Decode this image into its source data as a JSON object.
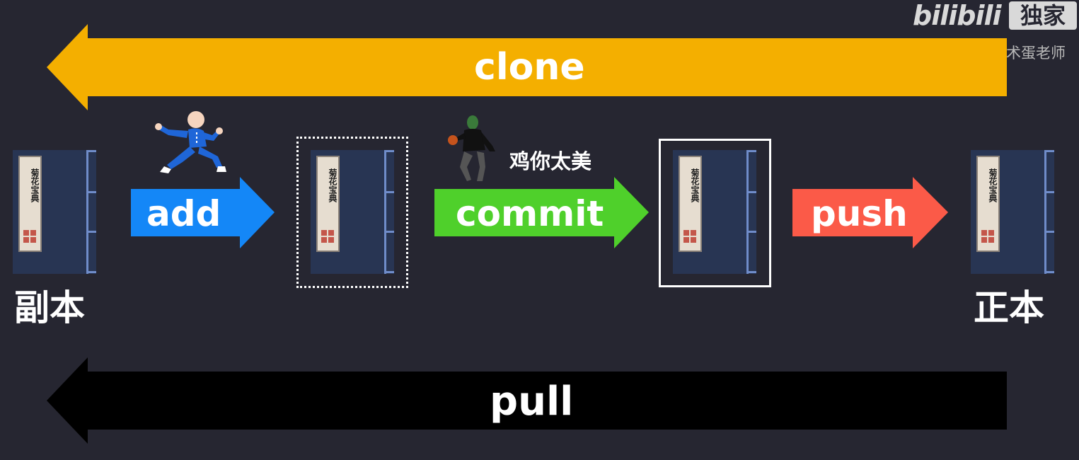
{
  "watermark": {
    "logo_text": "bilibili",
    "badge_text": "独家",
    "author": "@技术蛋老师"
  },
  "arrows": {
    "clone": {
      "label": "clone",
      "color": "#f4af00",
      "direction": "left"
    },
    "add": {
      "label": "add",
      "color": "#1487f7",
      "direction": "right"
    },
    "commit": {
      "label": "commit",
      "color": "#4fd02b",
      "direction": "right"
    },
    "push": {
      "label": "push",
      "color": "#fb5a48",
      "direction": "right"
    },
    "pull": {
      "label": "pull",
      "color": "#000000",
      "direction": "left"
    }
  },
  "book_title": "菊花宝典",
  "caption": "鸡你太美",
  "labels": {
    "local": "副本",
    "remote": "正本"
  },
  "icons": [
    "kungfu-figure-icon",
    "basketball-player-icon",
    "book-icon"
  ]
}
